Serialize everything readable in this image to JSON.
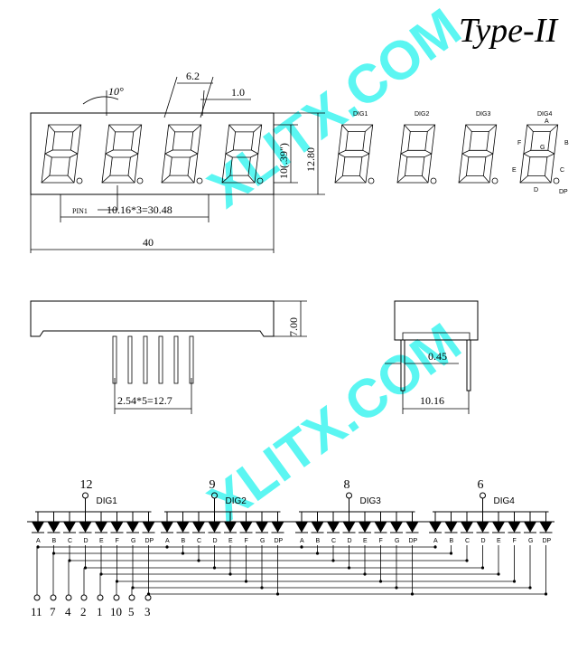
{
  "title": "Type-II",
  "watermark": "XLITX.COM",
  "front_view": {
    "angle_label": "10°",
    "segment_width_label": "6.2",
    "stroke_label": "1.0",
    "height_inch_label": "10(.39\")",
    "height_label": "12.80",
    "pin1_label": "PIN1",
    "pin_span_label": "10.16*3=30.48",
    "width_label": "40"
  },
  "digit_labels": [
    "DIG1",
    "DIG2",
    "DIG3",
    "DIG4"
  ],
  "segment_labels": {
    "a": "A",
    "b": "B",
    "c": "C",
    "d": "D",
    "e": "E",
    "f": "F",
    "g": "G",
    "dp": "DP"
  },
  "side_view": {
    "height_label": "7.00",
    "pitch_label": "2.54*5=12.7"
  },
  "end_view": {
    "pin_dia_label": "0.45",
    "row_span_label": "10.16"
  },
  "schematic": {
    "digits": [
      {
        "name": "DIG1",
        "pin": "12"
      },
      {
        "name": "DIG2",
        "pin": "9"
      },
      {
        "name": "DIG3",
        "pin": "8"
      },
      {
        "name": "DIG4",
        "pin": "6"
      }
    ],
    "segments": [
      "A",
      "B",
      "C",
      "D",
      "E",
      "F",
      "G",
      "DP"
    ],
    "bottom_pins": [
      "11",
      "7",
      "4",
      "2",
      "1",
      "10",
      "5",
      "3"
    ]
  }
}
